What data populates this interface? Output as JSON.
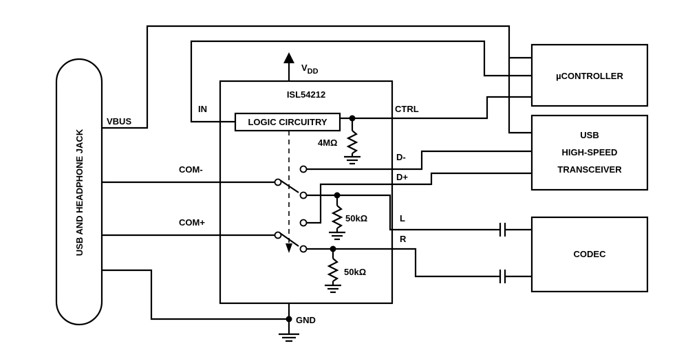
{
  "labels": {
    "jack": "USB AND HEADPHONE JACK",
    "vbus": "VBUS",
    "in": "IN",
    "com_minus": "COM-",
    "com_plus": "COM+",
    "ic_name": "ISL54212",
    "logic": "LOGIC CIRCUITRY",
    "vdd_main": "V",
    "vdd_sub": "DD",
    "ctrl": "CTRL",
    "res_4m": "4MΩ",
    "res_50k_1": "50kΩ",
    "res_50k_2": "50kΩ",
    "d_minus": "D-",
    "d_plus": "D+",
    "l": "L",
    "r": "R",
    "gnd": "GND",
    "ucontroller": "µCONTROLLER",
    "usb_line1": "USB",
    "usb_line2": "HIGH-SPEED",
    "usb_line3": "TRANSCEIVER",
    "codec": "CODEC"
  }
}
